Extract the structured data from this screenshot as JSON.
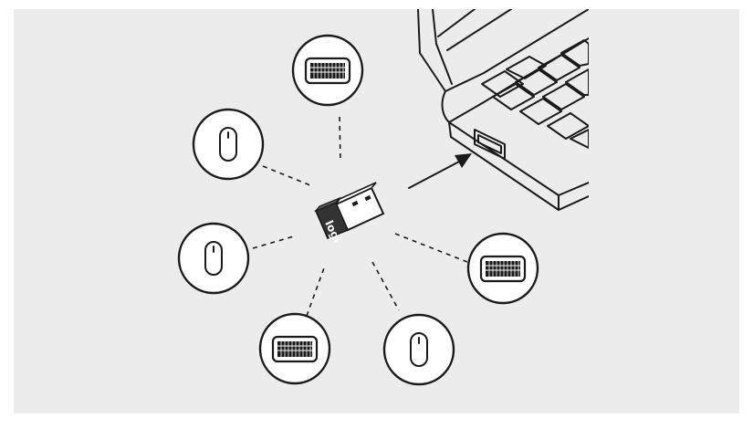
{
  "diagram": {
    "colors": {
      "background": "#ececec",
      "ink": "#1a1a1a",
      "node_fill": "#ffffff",
      "receiver_body": "#333333"
    },
    "receiver": {
      "logo_text": "logi",
      "icon": "usb-receiver-icon"
    },
    "devices": [
      {
        "id": "keyboard-top",
        "icon": "keyboard-icon"
      },
      {
        "id": "mouse-upper-left",
        "icon": "mouse-icon"
      },
      {
        "id": "mouse-left",
        "icon": "mouse-icon"
      },
      {
        "id": "keyboard-bottom-left",
        "icon": "keyboard-icon"
      },
      {
        "id": "mouse-bottom",
        "icon": "mouse-icon"
      },
      {
        "id": "keyboard-right",
        "icon": "keyboard-icon"
      }
    ],
    "laptop": {
      "icon": "laptop-icon",
      "port": "usb-port"
    },
    "arrow": {
      "icon": "arrow-icon",
      "direction": "receiver-to-laptop-port"
    }
  }
}
